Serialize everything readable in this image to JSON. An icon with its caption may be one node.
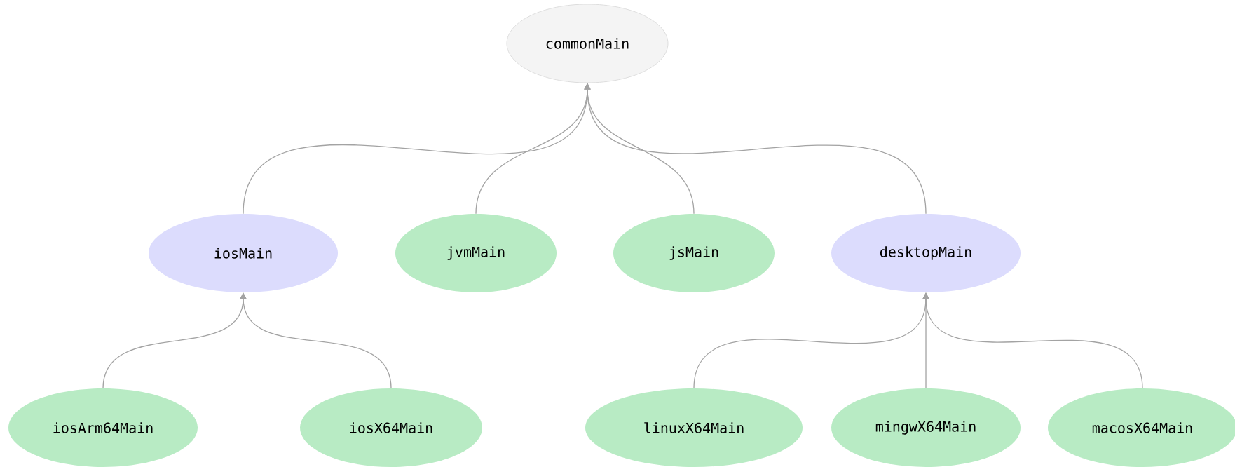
{
  "diagram": {
    "nodes": [
      {
        "text": [
          "commonMain"
        ]
      },
      {
        "text": [
          "iosMain"
        ]
      },
      {
        "text": [
          "jvmMain"
        ]
      },
      {
        "text": [
          "jsMain"
        ]
      },
      {
        "text": [
          "desktopMain"
        ]
      },
      {
        "text": [
          "iosArm64Main"
        ]
      },
      {
        "text": [
          "iosX64Main"
        ]
      },
      {
        "text": [
          "linuxX64Main"
        ]
      },
      {
        "text": [
          "mingwX64Main"
        ]
      },
      {
        "text": [
          "macosX64Main"
        ]
      }
    ],
    "edges": [
      {
        "from": 1,
        "to": 0,
        "arrow": "to"
      },
      {
        "from": 2,
        "to": 0,
        "arrow": "to"
      },
      {
        "from": 3,
        "to": 0,
        "arrow": "to"
      },
      {
        "from": 4,
        "to": 0,
        "arrow": "to"
      },
      {
        "from": 5,
        "to": 1,
        "arrow": "to"
      },
      {
        "from": 6,
        "to": 1,
        "arrow": "to"
      },
      {
        "from": 7,
        "to": 4,
        "arrow": "to"
      },
      {
        "from": 8,
        "to": 4,
        "arrow": "to"
      },
      {
        "from": 9,
        "to": 4,
        "arrow": "to"
      }
    ]
  }
}
